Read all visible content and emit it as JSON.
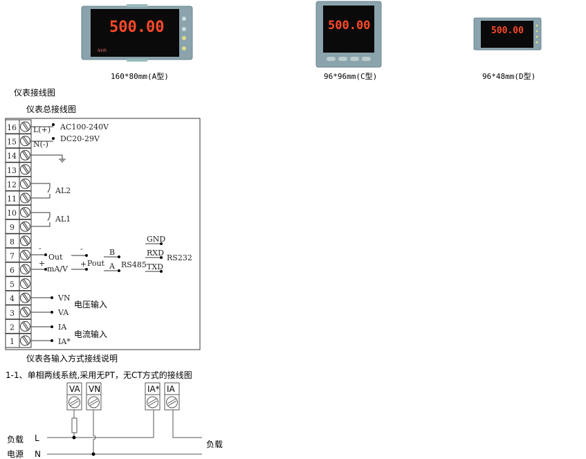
{
  "products": [
    {
      "display": "500.00",
      "caption": "160*80mm(A型)"
    },
    {
      "display": "500.00",
      "caption": "96*96mm(C型)"
    },
    {
      "display": "500.00",
      "caption": "96*48mm(D型)"
    }
  ],
  "headings": {
    "wiring": "仪表接线图",
    "general_wiring": "仪表总接线图",
    "input_modes": "仪表各输入方式接线说明",
    "case_1_1": "1-1、单相两线系统,采用无PT，无CT方式的接线图"
  },
  "terminals": [
    "16",
    "15",
    "14",
    "13",
    "12",
    "11",
    "10",
    "9",
    "8",
    "7",
    "6",
    "5",
    "4",
    "3",
    "2",
    "1"
  ],
  "power": {
    "l": "L(+)",
    "n": "N(-)",
    "ac": "AC100-240V",
    "dc": "DC20-29V"
  },
  "alarms": {
    "al2": "AL2",
    "al1": "AL1"
  },
  "output": {
    "minus": "-",
    "plus": "+",
    "out": "Out",
    "mav": "mA/V",
    "pout": "Pout"
  },
  "rs485": {
    "b": "B",
    "a": "A",
    "label": "RS485"
  },
  "rs232": {
    "gnd": "GND",
    "rxd": "RXD",
    "txd": "TXD",
    "label": "RS232"
  },
  "voltage": {
    "vn": "VN",
    "va": "VA",
    "label": "电压输入"
  },
  "current": {
    "ia": "IA",
    "ia_star": "IA*",
    "label": "电流输入"
  },
  "diagram_1_1": {
    "terminals": [
      "VA",
      "VN",
      "IA*",
      "IA"
    ],
    "source_top": "负载",
    "source_bottom": "电源",
    "line_l": "L",
    "line_n": "N",
    "load": "负载"
  }
}
